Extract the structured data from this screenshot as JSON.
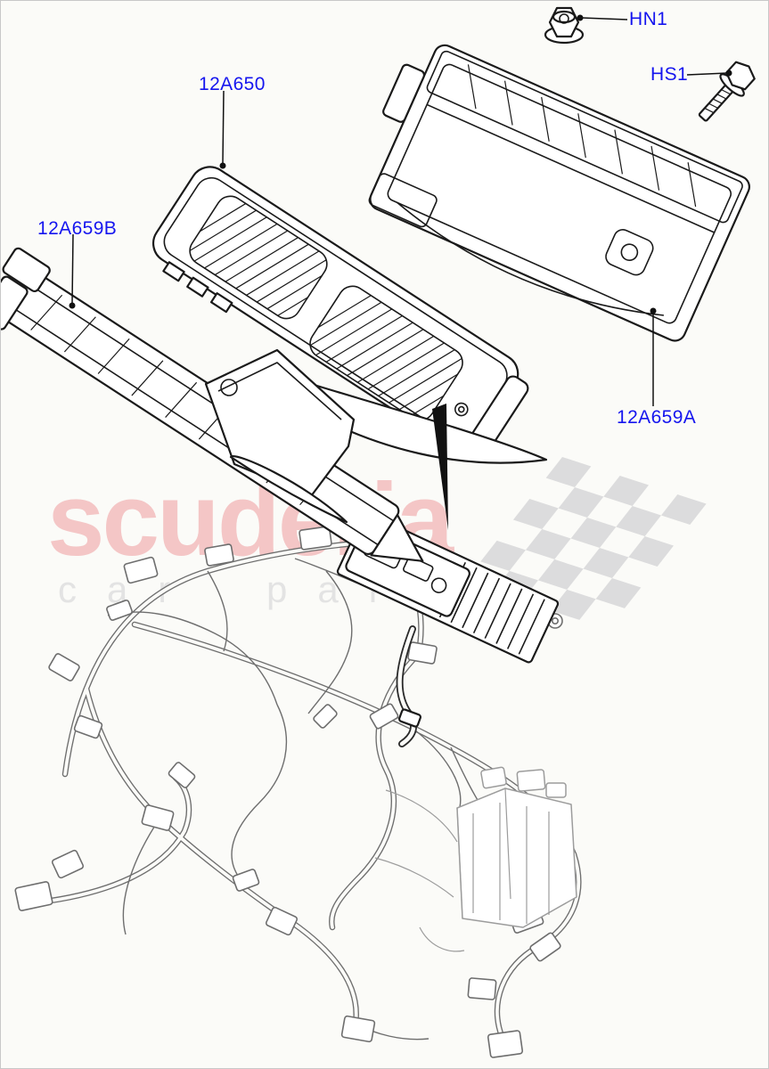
{
  "page": {
    "type": "vehicle-parts-diagram"
  },
  "colors": {
    "background": "#fbfbf8",
    "border": "#c8c8c8",
    "label": "#1515ef",
    "brand": "#f4c6c6",
    "tagline": "#e3e3e3",
    "flag": "#dcdcdd",
    "line": "#1a1a1a",
    "harness": "#6e6e6e",
    "fusebox": "#9c9c9c",
    "cable": "#2a2a2a"
  },
  "watermark": {
    "brand": "scuderia",
    "tagline": "car parts",
    "flag_color": "#dcdcdd"
  },
  "diagram": {
    "labels": {
      "ecm": "12A650",
      "bracket_b": "12A659B",
      "bracket_a": "12A659A",
      "nut": "HN1",
      "screw": "HS1"
    }
  }
}
